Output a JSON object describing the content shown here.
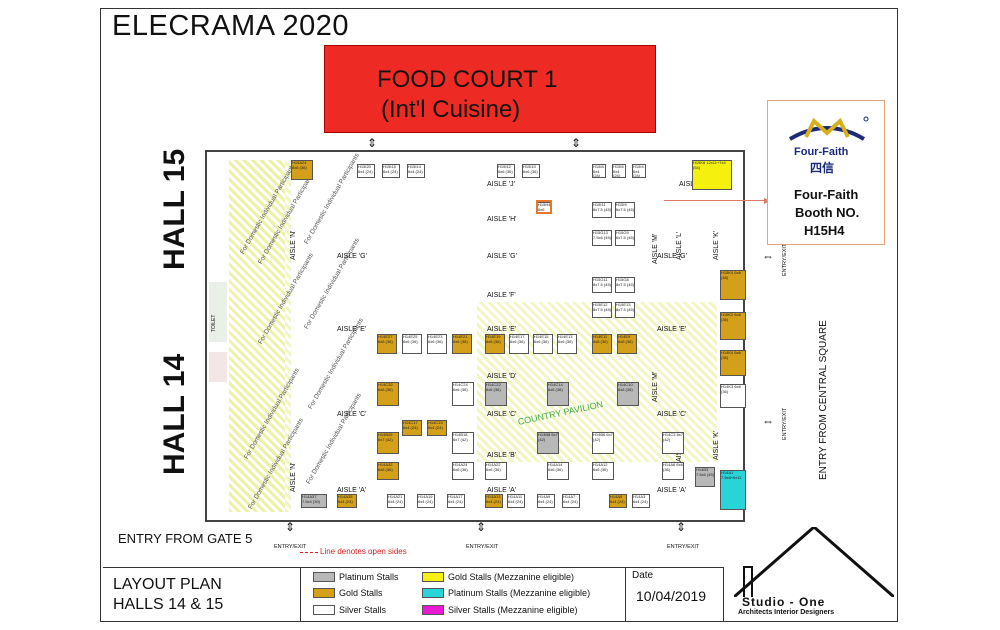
{
  "header": {
    "title": "ELECRAMA 2020"
  },
  "food_court": {
    "line1": "FOOD COURT 1",
    "line2": "(Int'l Cuisine)",
    "color": "#ee2a24"
  },
  "halls": {
    "hall15": "HALL 15",
    "hall14": "HALL 14"
  },
  "aisles": {
    "J": "AISLE 'J'",
    "H": "AISLE 'H'",
    "G": "AISLE 'G'",
    "F": "AISLE 'F'",
    "E": "AISLE 'E'",
    "D": "AISLE 'D'",
    "C": "AISLE 'C'",
    "B": "AISLE 'B'",
    "A": "AISLE 'A'",
    "N": "AISLE 'N'",
    "L": "AISLE 'L'",
    "M": "AISLE 'M'",
    "K": "AISLE 'K'"
  },
  "domestic_label": "For Domestic Individual Participants",
  "country_pavilion": "COUNTRY PAVILION",
  "toilet": "TOILET",
  "entries": {
    "entry_exit": "ENTRY/EXIT",
    "central": "ENTRY FROM CENTRAL SQUARE",
    "gate5": "ENTRY FROM GATE 5"
  },
  "open_sides_note": "Line denotes open sides",
  "callout": {
    "brand": "Four-Faith",
    "logo_cn": "四信",
    "line1": "Four-Faith",
    "line2": "Booth NO.",
    "line3": "H15H4",
    "highlight_color": "#e8762a"
  },
  "stalls": [
    {
      "id": "H15A24",
      "size": "6x6 (36)",
      "type": "gold"
    },
    {
      "id": "H15I20",
      "size": "6x4 (24)",
      "type": "silver"
    },
    {
      "id": "H15I15",
      "size": "6x4 (24)",
      "type": "silver"
    },
    {
      "id": "H15I14",
      "size": "6x4 (24)",
      "type": "silver"
    },
    {
      "id": "H15I12",
      "size": "6x6 (36)",
      "type": "silver"
    },
    {
      "id": "H15I10",
      "size": "6x6 (36)",
      "type": "silver"
    },
    {
      "id": "H15I8",
      "size": "6x4 (24)",
      "type": "silver"
    },
    {
      "id": "H15I6",
      "size": "6x4 (24)",
      "type": "silver"
    },
    {
      "id": "H15I4",
      "size": "6x4 (24)",
      "type": "silver"
    },
    {
      "id": "H15K6",
      "size": "12x11+7x4 (54)",
      "type": "gold-mezz"
    },
    {
      "id": "H15H4",
      "size": "6x6 (36)",
      "type": "silver"
    },
    {
      "id": "H15I11",
      "size": "8x7.5 (45)",
      "type": "silver"
    },
    {
      "id": "H15I9",
      "size": "6x7.5 (45)",
      "type": "silver"
    },
    {
      "id": "H15G13",
      "size": "7.5x6 (45)",
      "type": "silver"
    },
    {
      "id": "H15G9",
      "size": "6x7.5 (45)",
      "type": "silver"
    },
    {
      "id": "H15G11",
      "size": "8x7.5 (45)",
      "type": "silver"
    },
    {
      "id": "H15G8",
      "size": "8x7.5 (45)",
      "type": "silver"
    },
    {
      "id": "H15E12",
      "size": "8x7.5 (45)",
      "type": "silver"
    },
    {
      "id": "H15E13",
      "size": "8x7.5 (45)",
      "type": "silver"
    },
    {
      "id": "H15K4",
      "size": "6x8 (48)",
      "type": "gold"
    },
    {
      "id": "H15K2",
      "size": "6x6 (36)",
      "type": "gold"
    },
    {
      "id": "H14K4",
      "size": "6x6 (36)",
      "type": "gold"
    },
    {
      "id": "H14K3",
      "size": "6x6 (36)",
      "type": "silver"
    },
    {
      "id": "H14E27",
      "size": "6x6 (36)",
      "type": "gold"
    },
    {
      "id": "H14E25",
      "size": "6x6 (36)",
      "type": "silver"
    },
    {
      "id": "H14E23",
      "size": "6x6 (36)",
      "type": "silver"
    },
    {
      "id": "H14E21",
      "size": "6x6 (36)",
      "type": "gold"
    },
    {
      "id": "H14E19",
      "size": "6x6 (36)",
      "type": "gold"
    },
    {
      "id": "H14E17",
      "size": "6x6 (36)",
      "type": "silver"
    },
    {
      "id": "H14E15",
      "size": "6x6 (36)",
      "type": "silver"
    },
    {
      "id": "H14E13",
      "size": "6x6 (36)",
      "type": "silver"
    },
    {
      "id": "H14E11",
      "size": "6x6 (36)",
      "type": "gold"
    },
    {
      "id": "H14E9",
      "size": "6x6 (36)",
      "type": "gold"
    },
    {
      "id": "H14C32",
      "size": "6x6 (36)",
      "type": "gold"
    },
    {
      "id": "H14C24",
      "size": "6x6 (36)",
      "type": "silver"
    },
    {
      "id": "H14C22",
      "size": "6x6 (36)",
      "type": "platinum"
    },
    {
      "id": "H14C14",
      "size": "6x6 (36)",
      "type": "platinum"
    },
    {
      "id": "H14C10",
      "size": "6x6 (36)",
      "type": "platinum"
    },
    {
      "id": "H14C17",
      "size": "6x4 (24)",
      "type": "gold"
    },
    {
      "id": "H14C15",
      "size": "6x4 (24)",
      "type": "gold"
    },
    {
      "id": "H14B26",
      "size": "6x7 (42)",
      "type": "gold"
    },
    {
      "id": "H14B18",
      "size": "6x7 (42)",
      "type": "silver"
    },
    {
      "id": "H14B8",
      "size": "6x7 (42)",
      "type": "platinum"
    },
    {
      "id": "H14B6",
      "size": "6x7 (42)",
      "type": "silver"
    },
    {
      "id": "H14C3",
      "size": "6x7 (42)",
      "type": "silver"
    },
    {
      "id": "H14A32",
      "size": "6x6 (36)",
      "type": "gold"
    },
    {
      "id": "H14A24",
      "size": "6x6 (36)",
      "type": "silver"
    },
    {
      "id": "H14A14",
      "size": "6x6 (36)",
      "type": "silver"
    },
    {
      "id": "H14A12",
      "size": "6x6 (36)",
      "type": "silver"
    },
    {
      "id": "H14A6",
      "size": "6x6 (36)",
      "type": "silver"
    },
    {
      "id": "H14A22",
      "size": "6x6 (36)",
      "type": "silver"
    },
    {
      "id": "H14B3",
      "size": "7.5x6 (45)",
      "type": "platinum"
    },
    {
      "id": "H14A35",
      "size": "6x4 (24)",
      "type": "gold"
    },
    {
      "id": "H14A21",
      "size": "6x4 (24)",
      "type": "silver"
    },
    {
      "id": "H14A19",
      "size": "6x4 (24)",
      "type": "silver"
    },
    {
      "id": "H14A17",
      "size": "6x4 (24)",
      "type": "silver"
    },
    {
      "id": "H14A11",
      "size": "6x4 (24)",
      "type": "silver"
    },
    {
      "id": "H14A9",
      "size": "6x4 (24)",
      "type": "silver"
    },
    {
      "id": "H14A7",
      "size": "6x4 (24)",
      "type": "silver"
    },
    {
      "id": "H14A5",
      "size": "6x4 (24)",
      "type": "gold"
    },
    {
      "id": "H14A3",
      "size": "6x4 (24)",
      "type": "silver"
    },
    {
      "id": "H14A1",
      "size": "7.5x8+6x11",
      "type": "platinum-mezz"
    },
    {
      "id": "H14A37",
      "size": "7.5x4 (30)",
      "type": "platinum"
    },
    {
      "id": "H14A13",
      "size": "6x4 (24)",
      "type": "gold"
    }
  ],
  "footer": {
    "layout_line1": "LAYOUT PLAN",
    "layout_line2": "HALLS 14 & 15",
    "date_label": "Date",
    "date_value": "10/04/2019",
    "studio_name": "Studio - One",
    "studio_sub": "Architects Interior Designers"
  },
  "legend": [
    {
      "label": "Platinum Stalls",
      "color": "#b8b8b8"
    },
    {
      "label": "Gold Stalls",
      "color": "#d4a019"
    },
    {
      "label": "Silver Stalls",
      "color": "#ffffff"
    },
    {
      "label": "Gold Stalls (Mezzanine eligible)",
      "color": "#f5f00e"
    },
    {
      "label": "Platinum Stalls (Mezzanine eligible)",
      "color": "#29d4d8"
    },
    {
      "label": "Silver Stalls (Mezzanine eligible)",
      "color": "#e81ad4"
    }
  ]
}
